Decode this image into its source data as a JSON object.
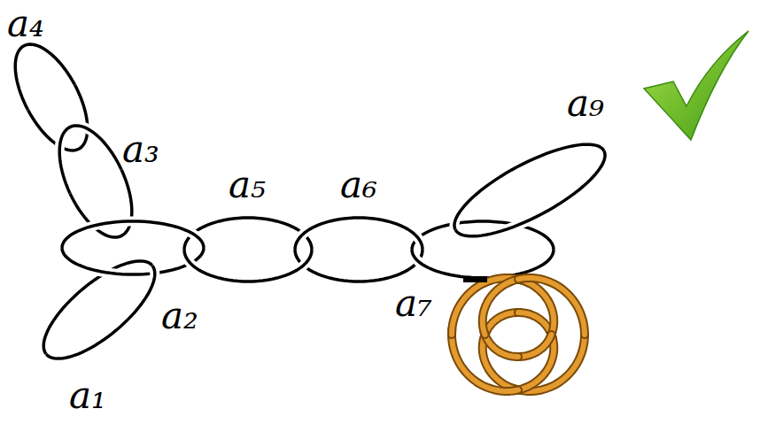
{
  "diagram": {
    "labels": [
      "a₄",
      "a₃",
      "a₅",
      "a₆",
      "a₉",
      "a₂",
      "a₁",
      "a₇"
    ]
  }
}
